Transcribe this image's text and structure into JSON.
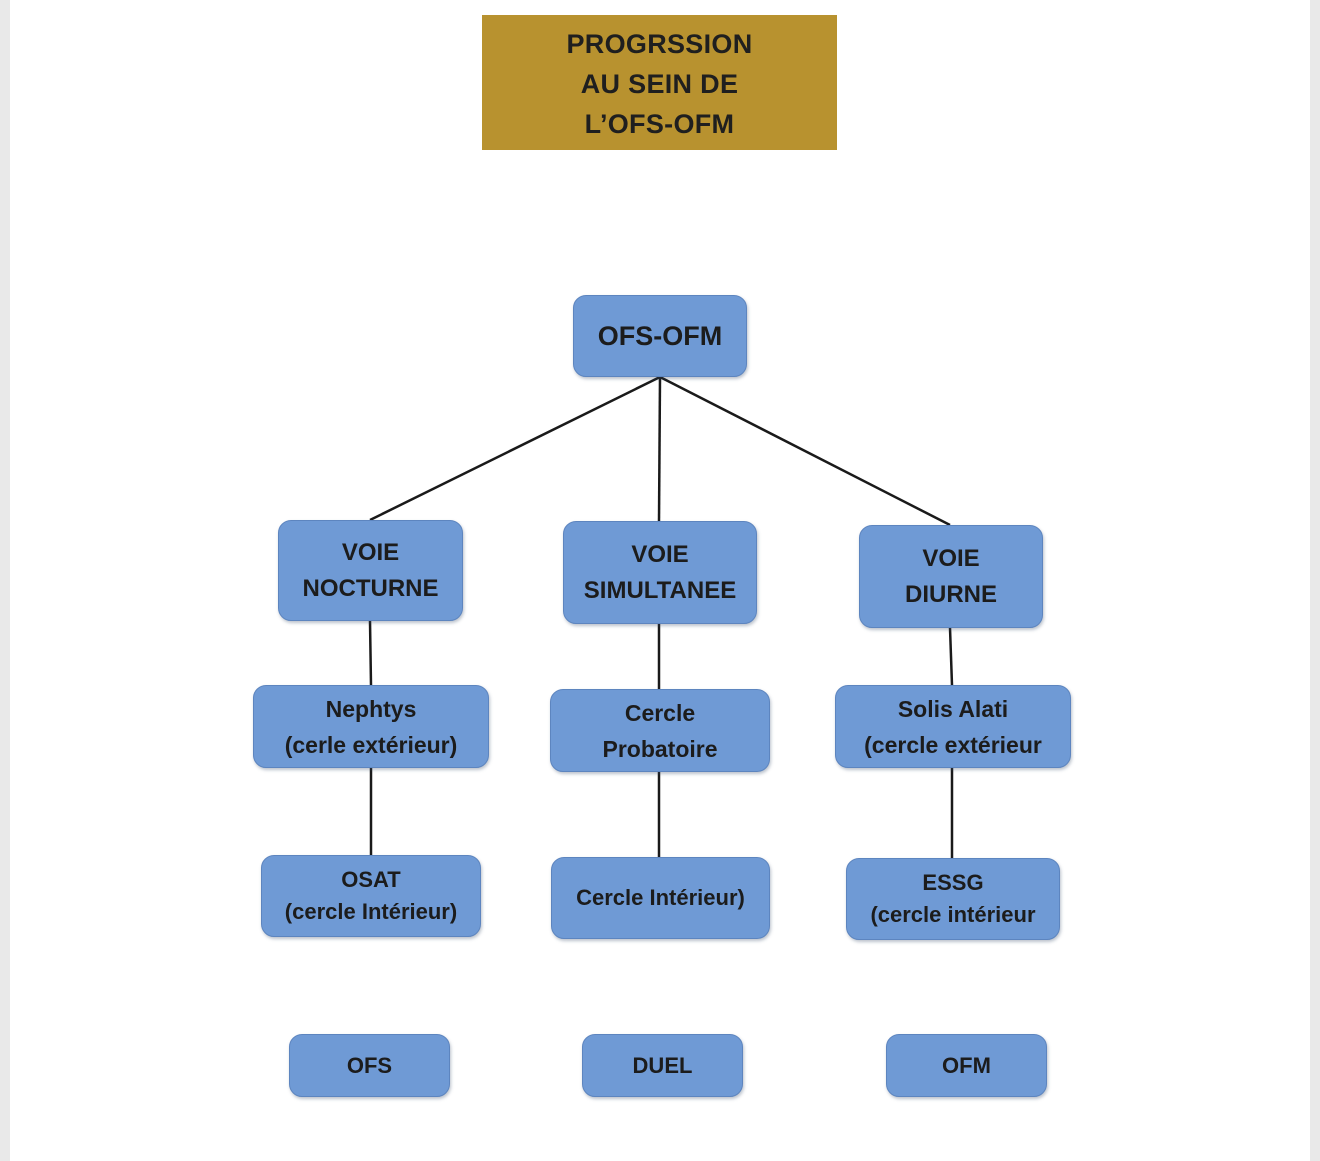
{
  "title": {
    "lines": [
      "PROGRSSION",
      "AU SEIN DE",
      "L’OFS-OFM"
    ]
  },
  "root": {
    "lines": [
      "OFS-OFM"
    ]
  },
  "columns": [
    {
      "voie": [
        "VOIE",
        "NOCTURNE"
      ],
      "level2": [
        "Nephtys",
        "(cerle extérieur)"
      ],
      "level3": [
        "OSAT",
        "(cercle Intérieur)"
      ],
      "bottom": [
        "OFS"
      ]
    },
    {
      "voie": [
        "VOIE",
        "SIMULTANEE"
      ],
      "level2": [
        "Cercle",
        "Probatoire"
      ],
      "level3": [
        "Cercle Intérieur)"
      ],
      "bottom": [
        "DUEL"
      ]
    },
    {
      "voie": [
        "VOIE",
        "DIURNE"
      ],
      "level2": [
        "Solis Alati",
        "(cercle extérieur"
      ],
      "level3": [
        "ESSG",
        "(cercle intérieur"
      ],
      "bottom": [
        "OFM"
      ]
    }
  ],
  "colors": {
    "title_background": "#b8922f",
    "node_fill": "#6f9ad5",
    "node_border": "#5d85bf",
    "connector": "#1a1a1a"
  }
}
